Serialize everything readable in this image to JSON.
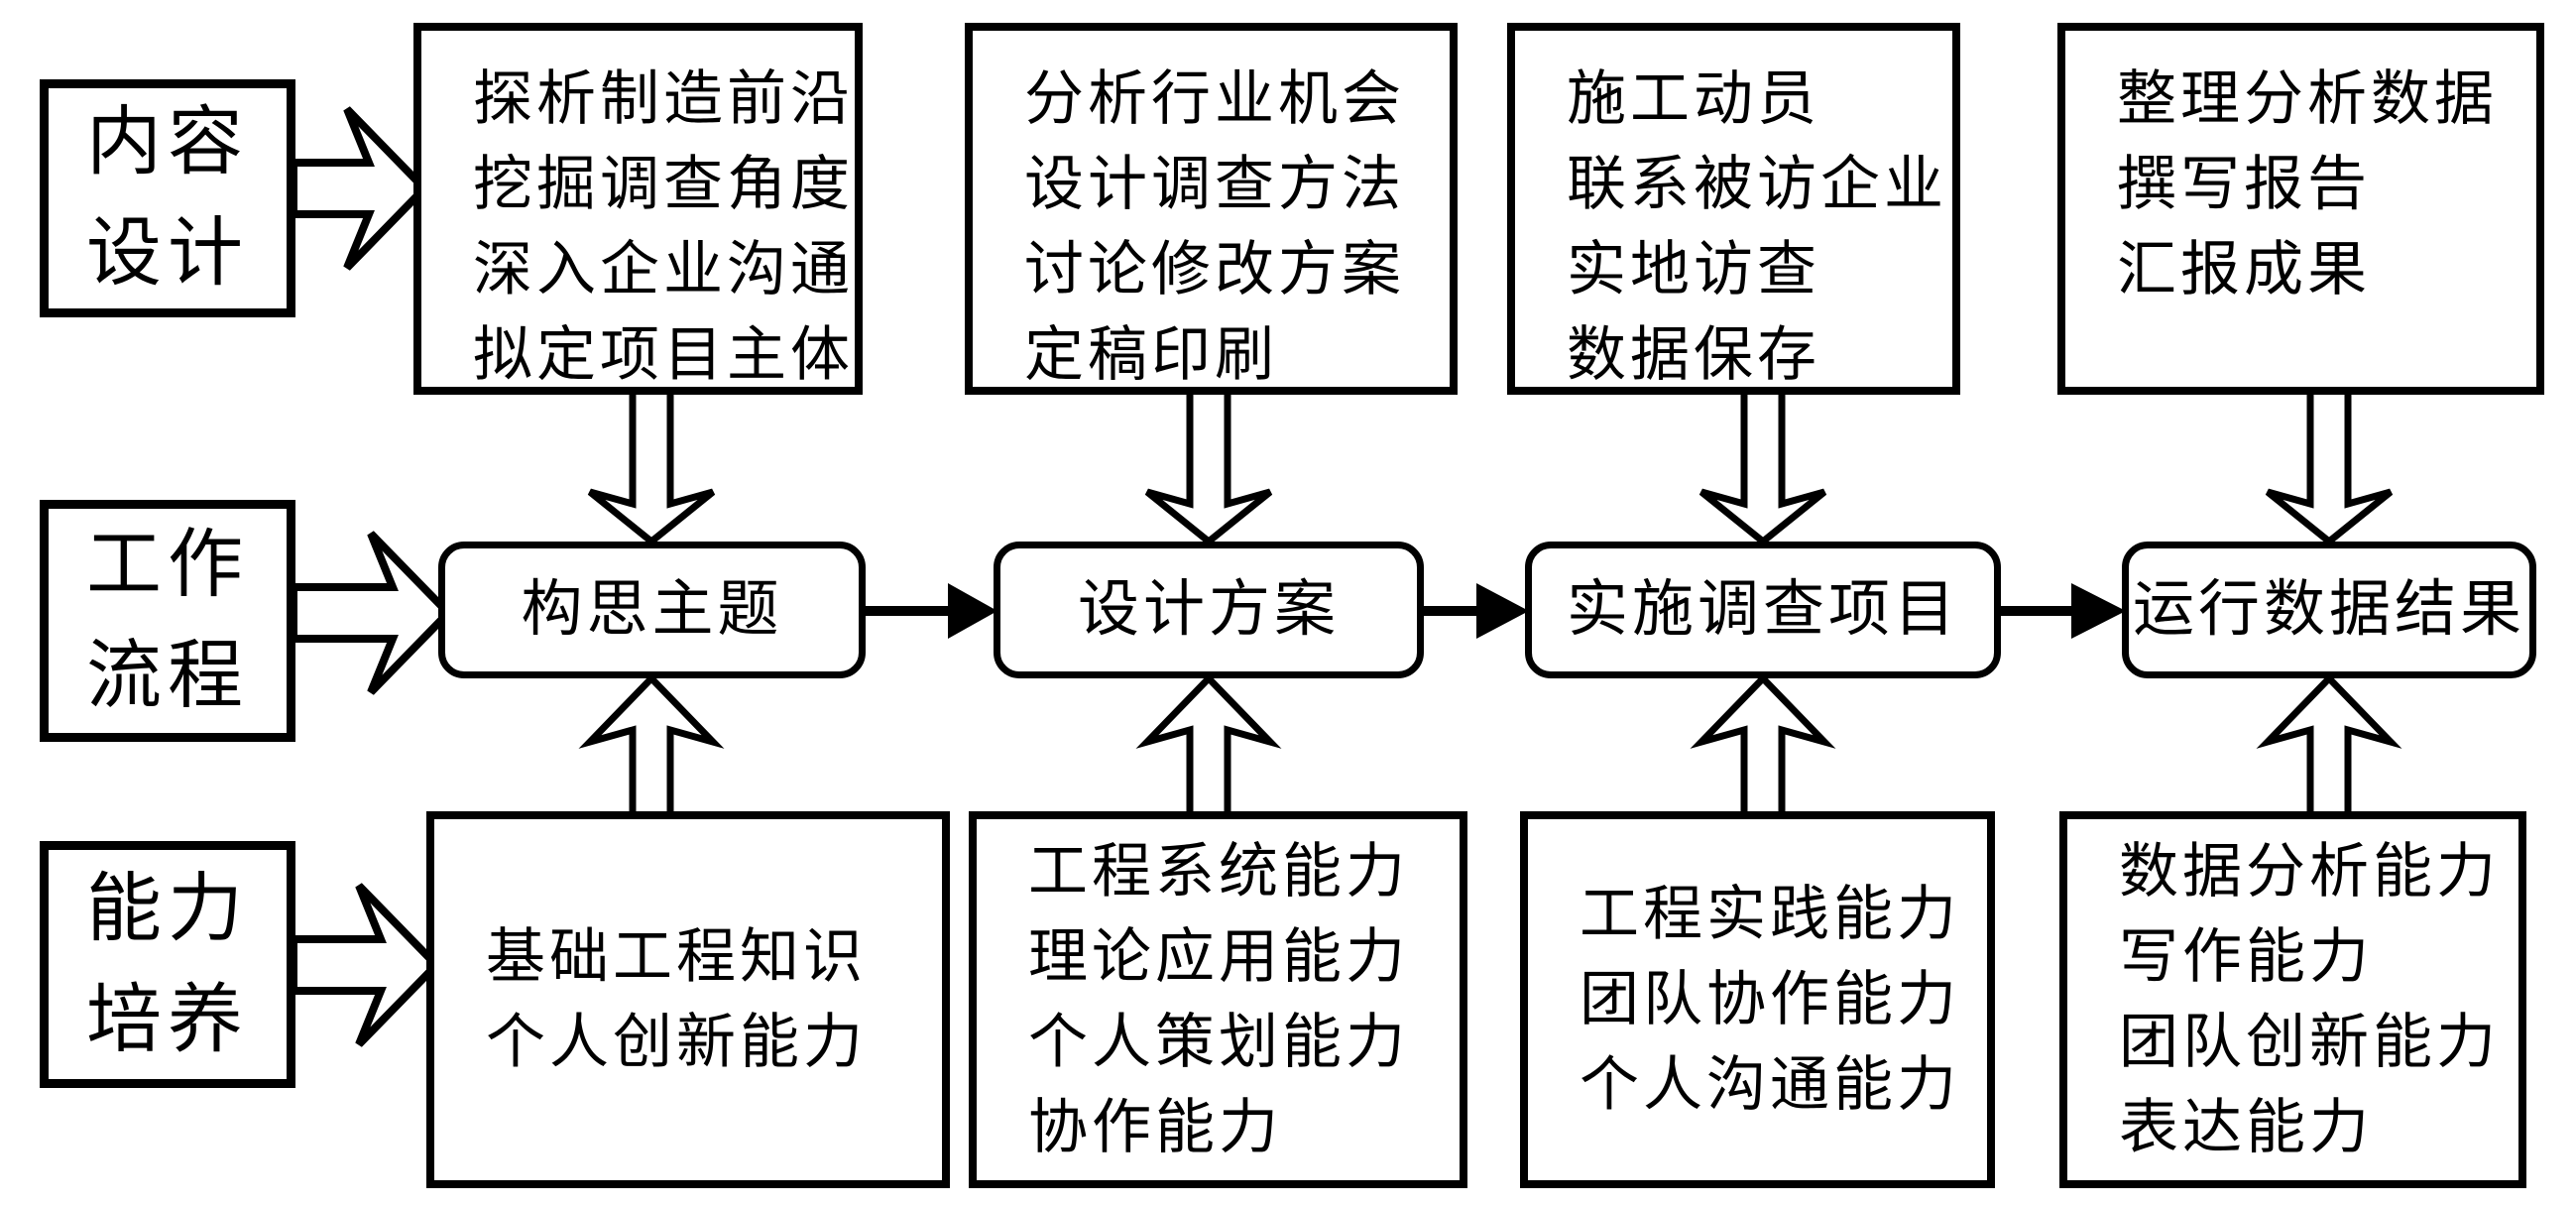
{
  "colors": {
    "ink": "#000000",
    "paper": "#ffffff"
  },
  "left_labels": [
    {
      "lines": [
        "内容",
        "设计"
      ]
    },
    {
      "lines": [
        "工作",
        "流程"
      ]
    },
    {
      "lines": [
        "能力",
        "培养"
      ]
    }
  ],
  "top_boxes": [
    {
      "lines": [
        "探析制造前沿",
        "挖掘调查角度",
        "深入企业沟通",
        "拟定项目主体"
      ]
    },
    {
      "lines": [
        "分析行业机会",
        "设计调查方法",
        "讨论修改方案",
        "定稿印刷"
      ]
    },
    {
      "lines": [
        "施工动员",
        "联系被访企业",
        "实地访查",
        "数据保存"
      ]
    },
    {
      "lines": [
        "整理分析数据",
        "撰写报告",
        "汇报成果"
      ]
    }
  ],
  "middle_boxes": [
    {
      "label": "构思主题"
    },
    {
      "label": "设计方案"
    },
    {
      "label": "实施调查项目"
    },
    {
      "label": "运行数据结果"
    }
  ],
  "bottom_boxes": [
    {
      "lines": [
        "基础工程知识",
        "个人创新能力"
      ]
    },
    {
      "lines": [
        "工程系统能力",
        "理论应用能力",
        "个人策划能力",
        "协作能力"
      ]
    },
    {
      "lines": [
        "工程实践能力",
        "团队协作能力",
        "个人沟通能力"
      ]
    },
    {
      "lines": [
        "数据分析能力",
        "写作能力",
        "团队创新能力",
        "表达能力"
      ]
    }
  ]
}
